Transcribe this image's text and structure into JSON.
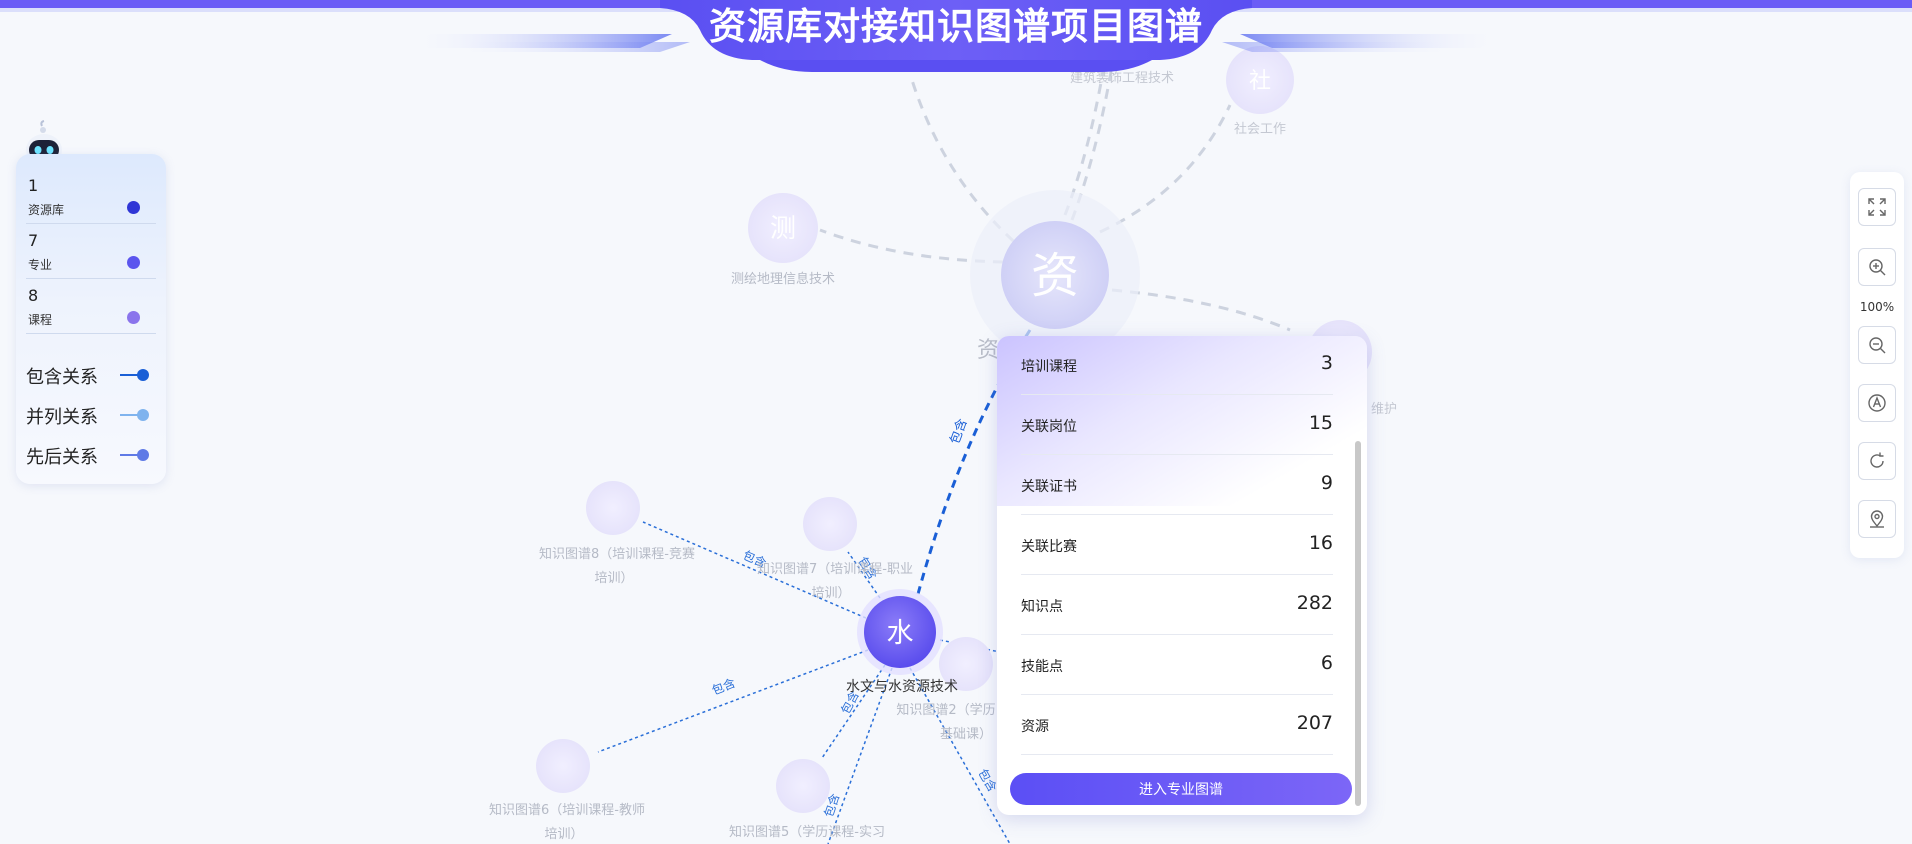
{
  "header": {
    "title": "资源库对接知识图谱项目图谱"
  },
  "legend": {
    "node_types": [
      {
        "count": "1",
        "name": "资源库",
        "color": "#2f36d6"
      },
      {
        "count": "7",
        "name": "专业",
        "color": "#5b55ee"
      },
      {
        "count": "8",
        "name": "课程",
        "color": "#8a74ec"
      }
    ],
    "relations": [
      {
        "name": "包含关系",
        "color": "#1a5fd6"
      },
      {
        "name": "并列关系",
        "color": "#7fb3ee"
      },
      {
        "name": "先后关系",
        "color": "#5f7ae6"
      }
    ]
  },
  "graph": {
    "root": {
      "glyph": "资",
      "label": "资源库"
    },
    "majors": [
      {
        "glyph": "测",
        "label": "测绘地理信息技术"
      },
      {
        "glyph": "社",
        "label": "社会工作"
      },
      {
        "glyph": "",
        "label": "建筑装饰工程技术"
      },
      {
        "glyph": "",
        "label": "维护"
      }
    ],
    "focus": {
      "glyph": "水",
      "label": "水文与水资源技术"
    },
    "courses": [
      {
        "label_line1": "知识图谱8（培训课程-竞赛",
        "label_line2": "培训）"
      },
      {
        "label_line1": "知识图谱7（培训课程-职业",
        "label_line2": "培训）"
      },
      {
        "label_line1": "知识图谱2（学历",
        "label_line2": "基础课）"
      },
      {
        "label_line1": "知识图谱6（培训课程-教师",
        "label_line2": "培训）"
      },
      {
        "label_line1": "知识图谱5（学历课程-实习",
        "label_line2": ""
      }
    ],
    "edge_label": "包含"
  },
  "toolbar": {
    "zoom_level": "100%",
    "icons": [
      "fullscreen-icon",
      "zoom-in-icon",
      "zoom-out-icon",
      "text-icon",
      "refresh-icon",
      "locate-icon"
    ]
  },
  "popup": {
    "rows": [
      {
        "label": "培训课程",
        "value": "3"
      },
      {
        "label": "关联岗位",
        "value": "15"
      },
      {
        "label": "关联证书",
        "value": "9"
      },
      {
        "label": "关联比赛",
        "value": "16"
      },
      {
        "label": "知识点",
        "value": "282"
      },
      {
        "label": "技能点",
        "value": "6"
      },
      {
        "label": "资源",
        "value": "207"
      }
    ],
    "button_label": "进入专业图谱"
  }
}
